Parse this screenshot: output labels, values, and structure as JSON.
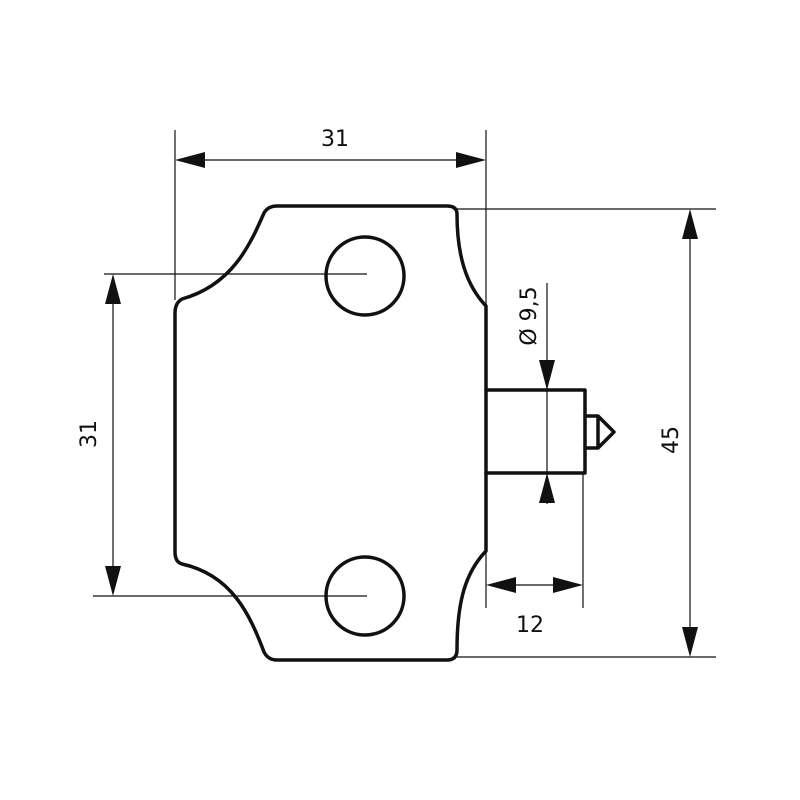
{
  "dimensions": {
    "top_width": "31",
    "left_height": "31",
    "total_height": "45",
    "pin_length": "12",
    "pin_diameter": "Ø 9,5"
  }
}
